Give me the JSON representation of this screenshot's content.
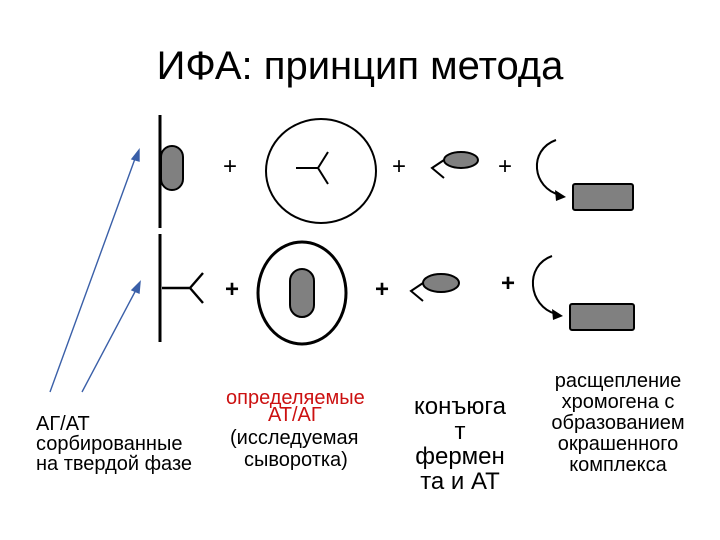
{
  "slide": {
    "title": "ИФА: принцип метода"
  },
  "scheme": {
    "plus_sign": "+"
  },
  "labels": {
    "sorbed": {
      "line1": "АГ/АТ",
      "line2": "сорбированные",
      "line3": "на твердой фазе"
    },
    "analyte": {
      "line1": "определяемые",
      "line2": "АТ/АГ",
      "line3": "(исследуемая",
      "line4": "сыворотка)",
      "color": "#cc1111"
    },
    "conjugate": {
      "line1": "конъюга",
      "line2": "т",
      "line3": "фермен",
      "line4": "та и АТ"
    },
    "cleavage": {
      "line1": "расщепление",
      "line2": "хромогена с",
      "line3": "образованием",
      "line4": "окрашенного",
      "line5": "комплекса"
    }
  },
  "colors": {
    "shape_fill": "#808080",
    "arrow": "#3a5fa8",
    "stroke": "#000000"
  }
}
